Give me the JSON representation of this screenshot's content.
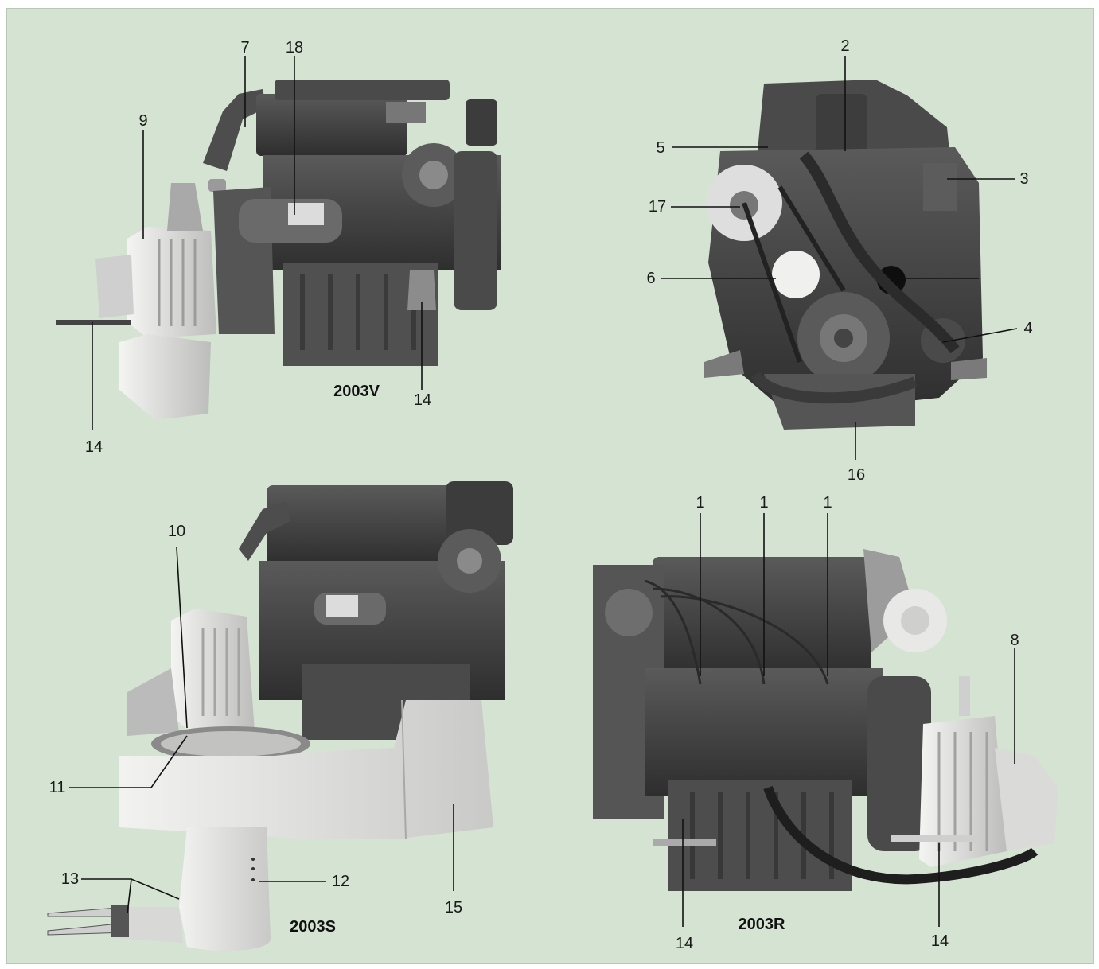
{
  "colors": {
    "panel_background": "#d5e4d2",
    "engine_dark": "#3f3f3f",
    "engine_mid": "#6b6b6b",
    "engine_light": "#e4e4e2",
    "leader": "#111111"
  },
  "models": {
    "v": "2003V",
    "s": "2003S",
    "r": "2003R"
  },
  "callouts": {
    "c1a": "1",
    "c1b": "1",
    "c1c": "1",
    "c2": "2",
    "c3": "3",
    "c4": "4",
    "c5": "5",
    "c6": "6",
    "c7": "7",
    "c8": "8",
    "c9": "9",
    "c10": "10",
    "c11": "11",
    "c12": "12",
    "c13": "13",
    "c14a": "14",
    "c14b": "14",
    "c14c": "14",
    "c14d": "14",
    "c15": "15",
    "c16": "16",
    "c17": "17",
    "c18": "18"
  },
  "icons": [
    "engine-2003v-side-illustration",
    "engine-front-illustration",
    "engine-2003s-saildrive-illustration",
    "engine-2003r-side-illustration"
  ]
}
